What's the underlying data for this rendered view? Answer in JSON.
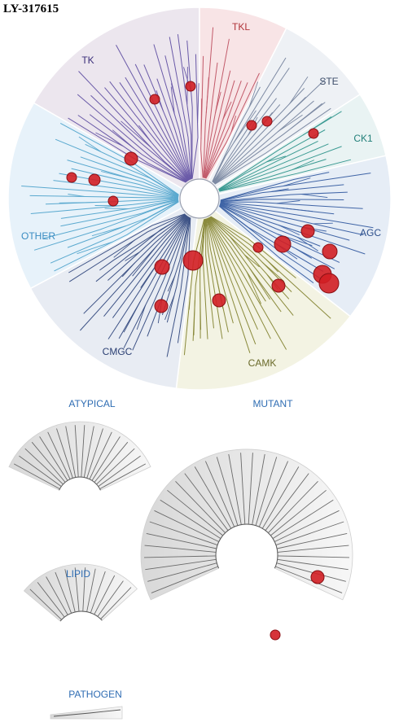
{
  "title": "LY-317615",
  "groups": [
    {
      "key": "TK",
      "label": "TK",
      "color": "#3b2f7a",
      "fill": "#ece6ee",
      "branch": "#6a5aa8"
    },
    {
      "key": "TKL",
      "label": "TKL",
      "color": "#b1343a",
      "fill": "#f8e4e6",
      "branch": "#c25a6a"
    },
    {
      "key": "STE",
      "label": "STE",
      "color": "#3f4f6b",
      "fill": "#eef1f5",
      "branch": "#7d8aa3"
    },
    {
      "key": "CK1",
      "label": "CK1",
      "color": "#23807a",
      "fill": "#e9f3f3",
      "branch": "#3a9a92"
    },
    {
      "key": "AGC",
      "label": "AGC",
      "color": "#2c4f8c",
      "fill": "#e6edf6",
      "branch": "#3f64a6"
    },
    {
      "key": "CAMK",
      "label": "CAMK",
      "color": "#6a6a2a",
      "fill": "#f3f3e3",
      "branch": "#8a8a3c"
    },
    {
      "key": "CMGC",
      "label": "CMGC",
      "color": "#2b3f73",
      "fill": "#e8ecf3",
      "branch": "#3e5386"
    },
    {
      "key": "OTHER",
      "label": "OTHER",
      "color": "#3a8cc2",
      "fill": "#e7f2fa",
      "branch": "#5aa9cf"
    }
  ],
  "sections": {
    "atypical": "ATYPICAL",
    "mutant": "MUTANT",
    "lipid": "LIPID",
    "pathogen": "PATHOGEN"
  },
  "hits": [
    {
      "group": "TK",
      "size": "medium"
    },
    {
      "group": "TK",
      "size": "small"
    },
    {
      "group": "TK",
      "size": "medium"
    },
    {
      "group": "TKL",
      "size": "small"
    },
    {
      "group": "STE",
      "size": "small"
    },
    {
      "group": "STE",
      "size": "small"
    },
    {
      "group": "STE",
      "size": "small"
    },
    {
      "group": "AGC",
      "size": "large"
    },
    {
      "group": "AGC",
      "size": "large"
    },
    {
      "group": "AGC",
      "size": "large"
    },
    {
      "group": "AGC",
      "size": "medium"
    },
    {
      "group": "AGC",
      "size": "medium"
    },
    {
      "group": "AGC",
      "size": "small"
    },
    {
      "group": "CAMK",
      "size": "medium"
    },
    {
      "group": "CAMK",
      "size": "small"
    },
    {
      "group": "CMGC",
      "size": "large"
    },
    {
      "group": "CMGC",
      "size": "medium"
    },
    {
      "group": "CMGC",
      "size": "medium"
    },
    {
      "group": "OTHER",
      "size": "small"
    },
    {
      "group": "OTHER",
      "size": "small"
    },
    {
      "group": "MUTANT",
      "size": "medium"
    },
    {
      "group": "MUTANT",
      "size": "small"
    }
  ],
  "colors": {
    "hit_fill": "#d21e24",
    "hit_stroke": "#8a1014",
    "grey_branch": "#6a6a6a",
    "grey_fill": "#e2e2e2"
  }
}
